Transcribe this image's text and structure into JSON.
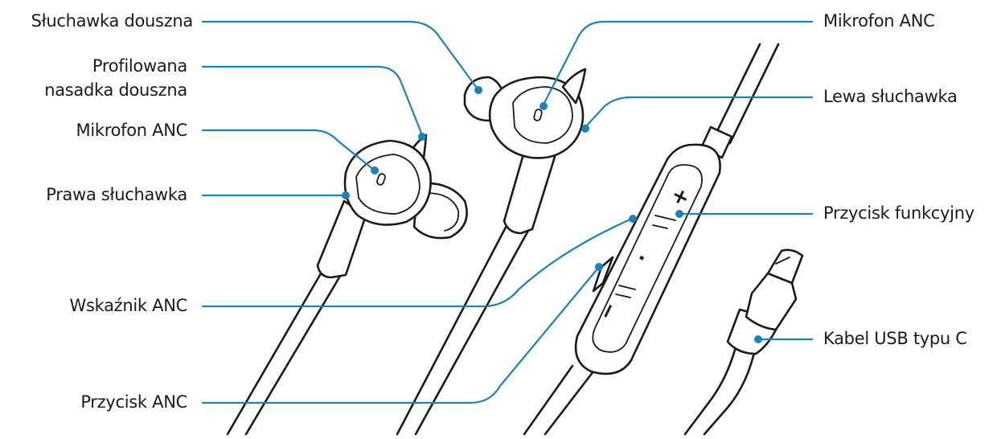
{
  "labels": {
    "left": {
      "earbud": "Słuchawka douszna",
      "ear_tip_line1": "Profilowana",
      "ear_tip_line2": "nasadka douszna",
      "anc_mic_right": "Mikrofon ANC",
      "right_earphone": "Prawa słuchawka",
      "anc_indicator": "Wskaźnik ANC",
      "anc_button": "Przycisk ANC"
    },
    "right": {
      "anc_mic_left": "Mikrofon ANC",
      "left_earphone": "Lewa słuchawka",
      "function_button": "Przycisk funkcyjny",
      "usb_cable": "Kabel USB typu C"
    }
  },
  "remote": {
    "plus_symbol": "+",
    "minus_symbol": "−",
    "middle_symbol": "·"
  },
  "colors": {
    "leader": "#1a82b8",
    "dot": "#1a82b8",
    "outline": "#1a1a1a",
    "text": "#1a1a1a"
  }
}
